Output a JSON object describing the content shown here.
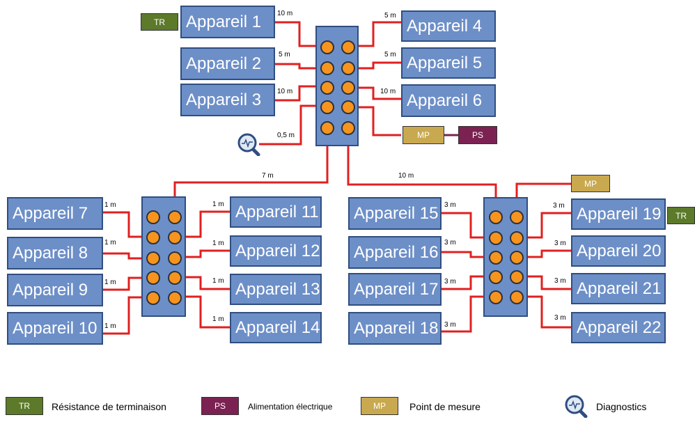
{
  "devices": [
    {
      "id": "d1",
      "label": "Appareil 1"
    },
    {
      "id": "d2",
      "label": "Appareil 2"
    },
    {
      "id": "d3",
      "label": "Appareil 3"
    },
    {
      "id": "d4",
      "label": "Appareil 4"
    },
    {
      "id": "d5",
      "label": "Appareil 5"
    },
    {
      "id": "d6",
      "label": "Appareil 6"
    },
    {
      "id": "d7",
      "label": "Appareil 7"
    },
    {
      "id": "d8",
      "label": "Appareil 8"
    },
    {
      "id": "d9",
      "label": "Appareil 9"
    },
    {
      "id": "d10",
      "label": "Appareil 10"
    },
    {
      "id": "d11",
      "label": "Appareil 11"
    },
    {
      "id": "d12",
      "label": "Appareil 12"
    },
    {
      "id": "d13",
      "label": "Appareil 13"
    },
    {
      "id": "d14",
      "label": "Appareil 14"
    },
    {
      "id": "d15",
      "label": "Appareil 15"
    },
    {
      "id": "d16",
      "label": "Appareil 16"
    },
    {
      "id": "d17",
      "label": "Appareil 17"
    },
    {
      "id": "d18",
      "label": "Appareil 18"
    },
    {
      "id": "d19",
      "label": "Appareil 19"
    },
    {
      "id": "d20",
      "label": "Appareil 20"
    },
    {
      "id": "d21",
      "label": "Appareil 21"
    },
    {
      "id": "d22",
      "label": "Appareil 22"
    }
  ],
  "tags": {
    "tr": "TR",
    "ps": "PS",
    "mp": "MP"
  },
  "cable_lengths": {
    "c1": "10 m",
    "c2": "5 m",
    "c3": "10 m",
    "c4": "5 m",
    "c5": "5 m",
    "c6": "10 m",
    "diag": "0,5 m",
    "trunk_left": "7 m",
    "trunk_right": "10 m",
    "c7": "1 m",
    "c8": "1 m",
    "c9": "1 m",
    "c10": "1 m",
    "c11": "1 m",
    "c12": "1 m",
    "c13": "1 m",
    "c14": "1 m",
    "c15": "3 m",
    "c16": "3 m",
    "c17": "3 m",
    "c18": "3 m",
    "c19": "3 m",
    "c20": "3 m",
    "c21": "3 m",
    "c22": "3 m"
  },
  "legend": {
    "tr_label": "TR",
    "tr_text": "Résistance de terminaison",
    "ps_label": "PS",
    "ps_text": "Alimentation électrique",
    "mp_label": "MP",
    "mp_text": "Point de mesure",
    "diag_text": "Diagnostics"
  },
  "colors": {
    "device_fill": "#6d8fc8",
    "cable": "#e02020",
    "port": "#f7941d",
    "tr": "#5c7a2a",
    "ps": "#7b2252",
    "mp": "#c9a94f"
  },
  "icons": [
    "diagnostics-magnifier-icon"
  ]
}
